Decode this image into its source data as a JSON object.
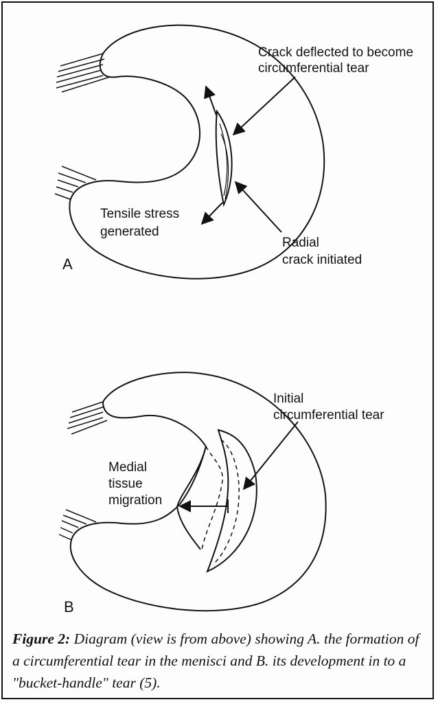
{
  "panel_a": {
    "letter": "A",
    "deflect_label": [
      "Crack deflected to become",
      "circumferential tear"
    ],
    "tensile_label": [
      "Tensile stress",
      "generated"
    ],
    "radial_label": [
      "Radial",
      "crack initiated"
    ]
  },
  "panel_b": {
    "letter": "B",
    "initial_label": [
      "Initial",
      "circumferential tear"
    ],
    "medial_label": [
      "Medial",
      "tissue",
      "migration"
    ]
  },
  "caption": {
    "figure_label": "Figure 2:",
    "text": " Diagram (view is from above) showing A. the formation of a circumferential tear in the menisci and B. its development in to a \"bucket-handle\" tear (5)."
  },
  "colors": {
    "ink": "#111111",
    "paper": "#fdfdfd"
  }
}
